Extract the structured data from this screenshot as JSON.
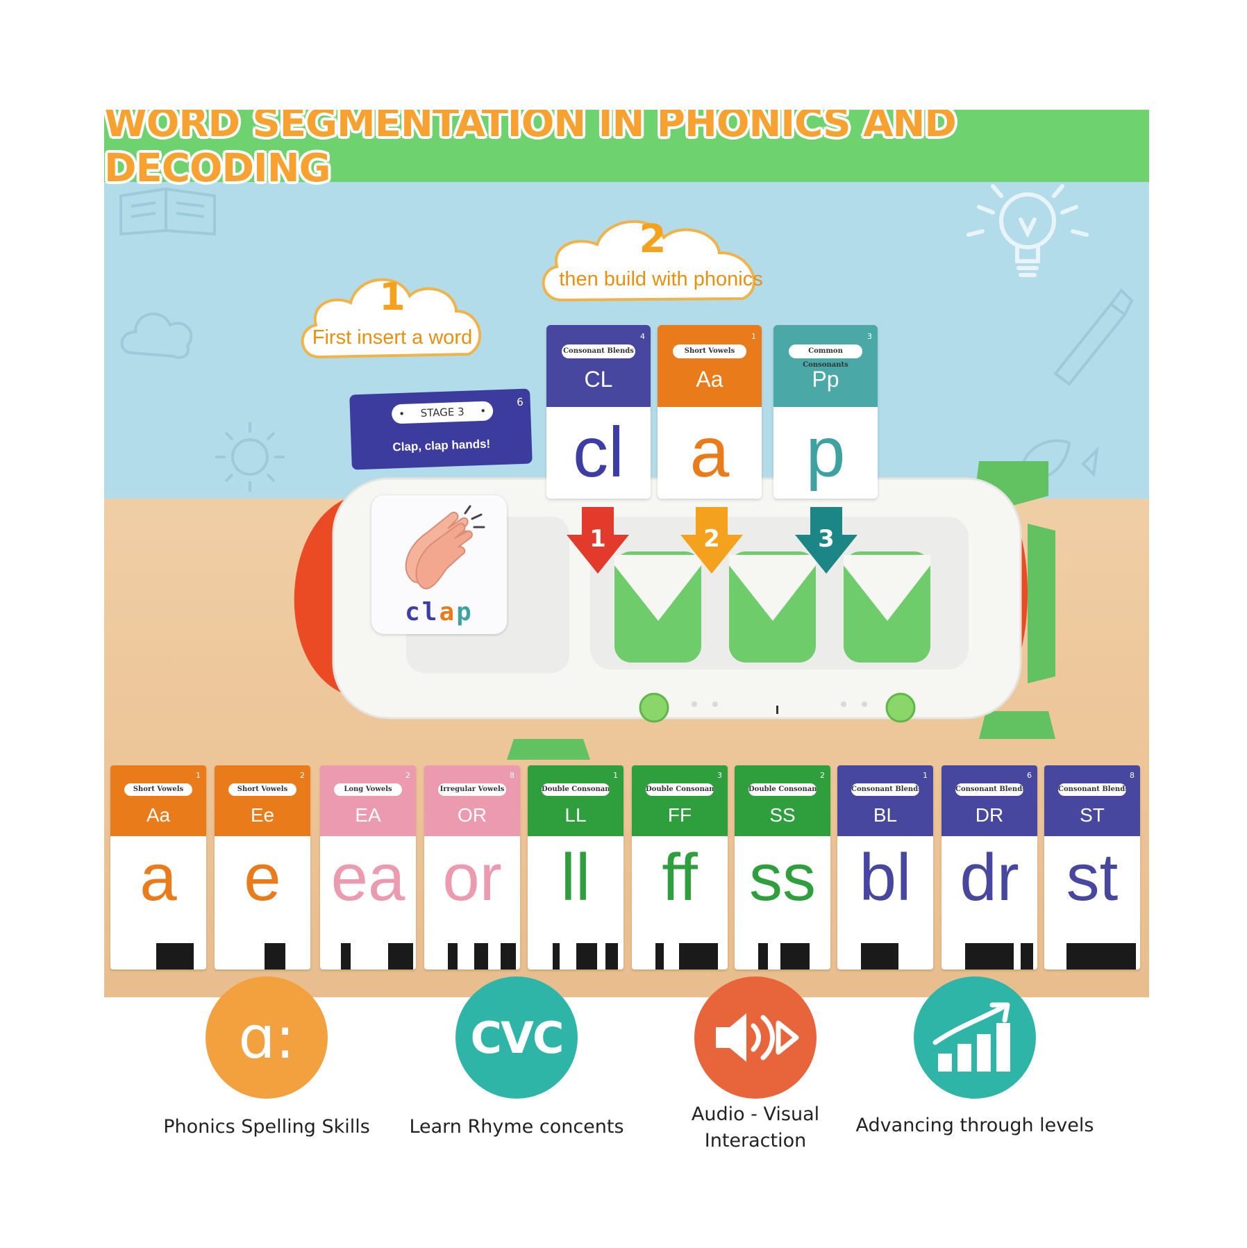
{
  "banner": {
    "title": "WORD SEGMENTATION  IN  PHONICS AND DECODING"
  },
  "clouds": [
    {
      "number": "1",
      "text": "First insert a word"
    },
    {
      "number": "2",
      "text": "then build with phonics"
    }
  ],
  "stage_card": {
    "stage": "STAGE  3",
    "number": "6",
    "phrase": "Clap, clap hands!"
  },
  "picture_card": {
    "word_parts": [
      "cl",
      "a",
      "p"
    ]
  },
  "slot_numbers": [
    "1",
    "2",
    "3"
  ],
  "top_cards": [
    {
      "category": "Consonant Blends",
      "index": "4",
      "caption": "CL",
      "big": "cl",
      "color": "#47479f",
      "text_color": "#3d3da6"
    },
    {
      "category": "Short Vowels",
      "index": "1",
      "caption": "Aa",
      "big": "a",
      "color": "#ea7b1a",
      "text_color": "#ea7b1a"
    },
    {
      "category": "Common Consonants",
      "index": "3",
      "caption": "Pp",
      "big": "p",
      "color": "#4aa9a6",
      "text_color": "#3ea3a0"
    }
  ],
  "bottom_cards": [
    {
      "category": "Short Vowels",
      "index": "1",
      "caption": "Aa",
      "big": "a",
      "color": "#ea7b1a"
    },
    {
      "category": "Short Vowels",
      "index": "2",
      "caption": "Ee",
      "big": "e",
      "color": "#ea7b1a"
    },
    {
      "category": "Long Vowels",
      "index": "2",
      "caption": "EA",
      "big": "ea",
      "color": "#eb9ab0"
    },
    {
      "category": "Irregular Vowels",
      "index": "8",
      "caption": "OR",
      "big": "or",
      "color": "#eb9ab0"
    },
    {
      "category": "Double Consonants",
      "index": "1",
      "caption": "LL",
      "big": "ll",
      "color": "#2f9e3d"
    },
    {
      "category": "Double Consonants",
      "index": "3",
      "caption": "FF",
      "big": "ff",
      "color": "#2f9e3d"
    },
    {
      "category": "Double Consonants",
      "index": "2",
      "caption": "SS",
      "big": "ss",
      "color": "#2f9e3d"
    },
    {
      "category": "Consonant Blends",
      "index": "1",
      "caption": "BL",
      "big": "bl",
      "color": "#47479f"
    },
    {
      "category": "Consonant Blends",
      "index": "6",
      "caption": "DR",
      "big": "dr",
      "color": "#47479f"
    },
    {
      "category": "Consonant Blends",
      "index": "8",
      "caption": "ST",
      "big": "st",
      "color": "#47479f"
    }
  ],
  "features": [
    {
      "icon": "alpha-icon",
      "symbol": "ɑ:",
      "label_lines": [
        "Phonics Spelling Skills"
      ],
      "color": "#f3a03e"
    },
    {
      "icon": "cvc-icon",
      "symbol": "CVC",
      "label_lines": [
        "Learn Rhyme concents"
      ],
      "color": "#2eb5a7"
    },
    {
      "icon": "speaker-icon",
      "symbol": "",
      "label_lines": [
        "Audio - Visual",
        "Interaction"
      ],
      "color": "#e8643a"
    },
    {
      "icon": "growth-chart-icon",
      "symbol": "",
      "label_lines": [
        "Advancing through levels"
      ],
      "color": "#2eb5a7"
    }
  ]
}
